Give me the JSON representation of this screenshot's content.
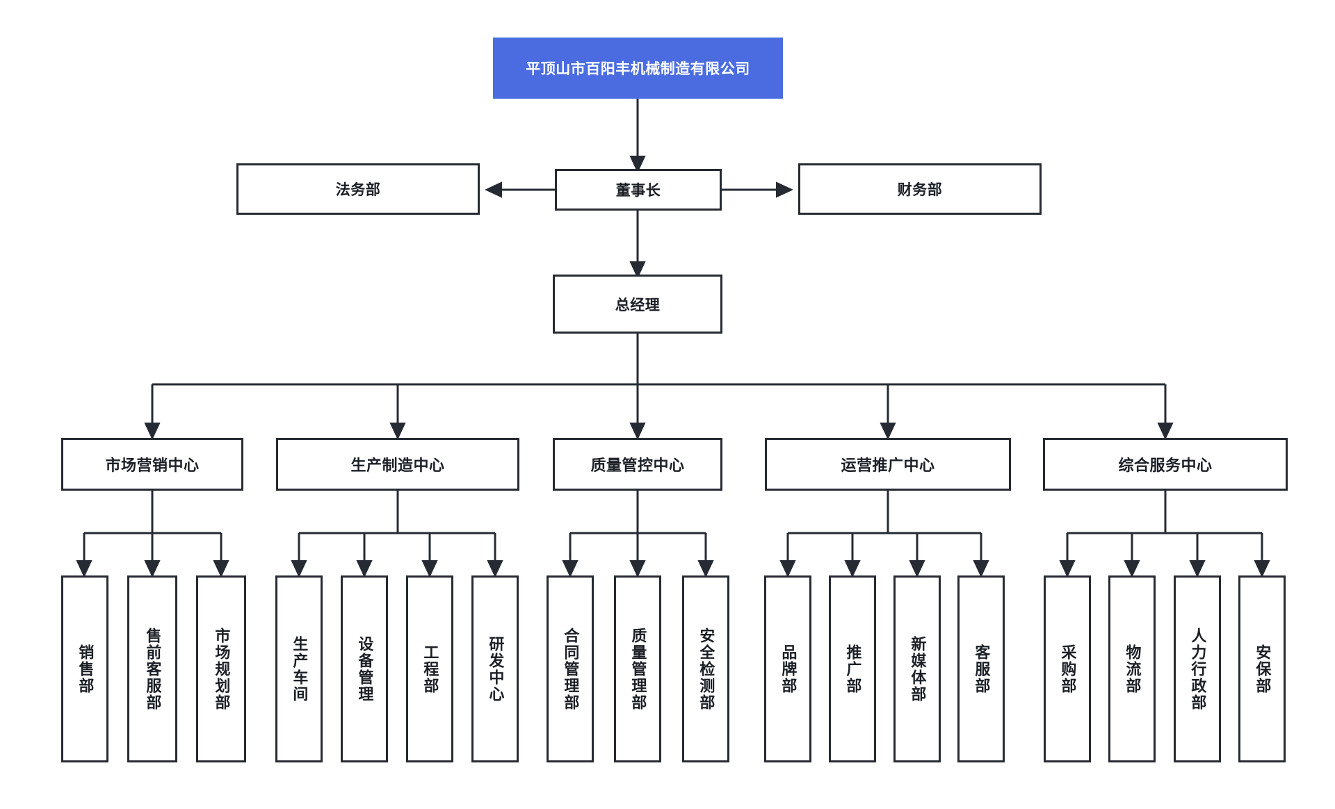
{
  "diagram": {
    "type": "organization-chart",
    "title": "平顶山市百阳丰机械制造有限公司",
    "colors": {
      "root_fill": "#4a6ce0",
      "root_text": "#ffffff",
      "box_border": "#262b33",
      "box_fill": "#ffffff",
      "box_text": "#1b1f26",
      "connector": "#262b33",
      "background": "#ffffff"
    },
    "root": {
      "label": "平顶山市百阳丰机械制造有限公司"
    },
    "level1": {
      "label": "董事长"
    },
    "level1_side": [
      {
        "label": "法务部",
        "side": "left"
      },
      {
        "label": "财务部",
        "side": "right"
      }
    ],
    "level2": {
      "label": "总经理"
    },
    "centers": [
      {
        "label": "市场营销中心",
        "children": [
          {
            "label": "销售部"
          },
          {
            "label": "售前客服部"
          },
          {
            "label": "市场规划部"
          }
        ]
      },
      {
        "label": "生产制造中心",
        "children": [
          {
            "label": "生产车间"
          },
          {
            "label": "设备管理"
          },
          {
            "label": "工程部"
          },
          {
            "label": "研发中心"
          }
        ]
      },
      {
        "label": "质量管控中心",
        "children": [
          {
            "label": "合同管理部"
          },
          {
            "label": "质量管理部"
          },
          {
            "label": "安全检测部"
          }
        ]
      },
      {
        "label": "运营推广中心",
        "children": [
          {
            "label": "品牌部"
          },
          {
            "label": "推广部"
          },
          {
            "label": "新媒体部"
          },
          {
            "label": "客服部"
          }
        ]
      },
      {
        "label": "综合服务中心",
        "children": [
          {
            "label": "采购部"
          },
          {
            "label": "物流部"
          },
          {
            "label": "人力行政部"
          },
          {
            "label": "安保部"
          }
        ]
      }
    ]
  }
}
